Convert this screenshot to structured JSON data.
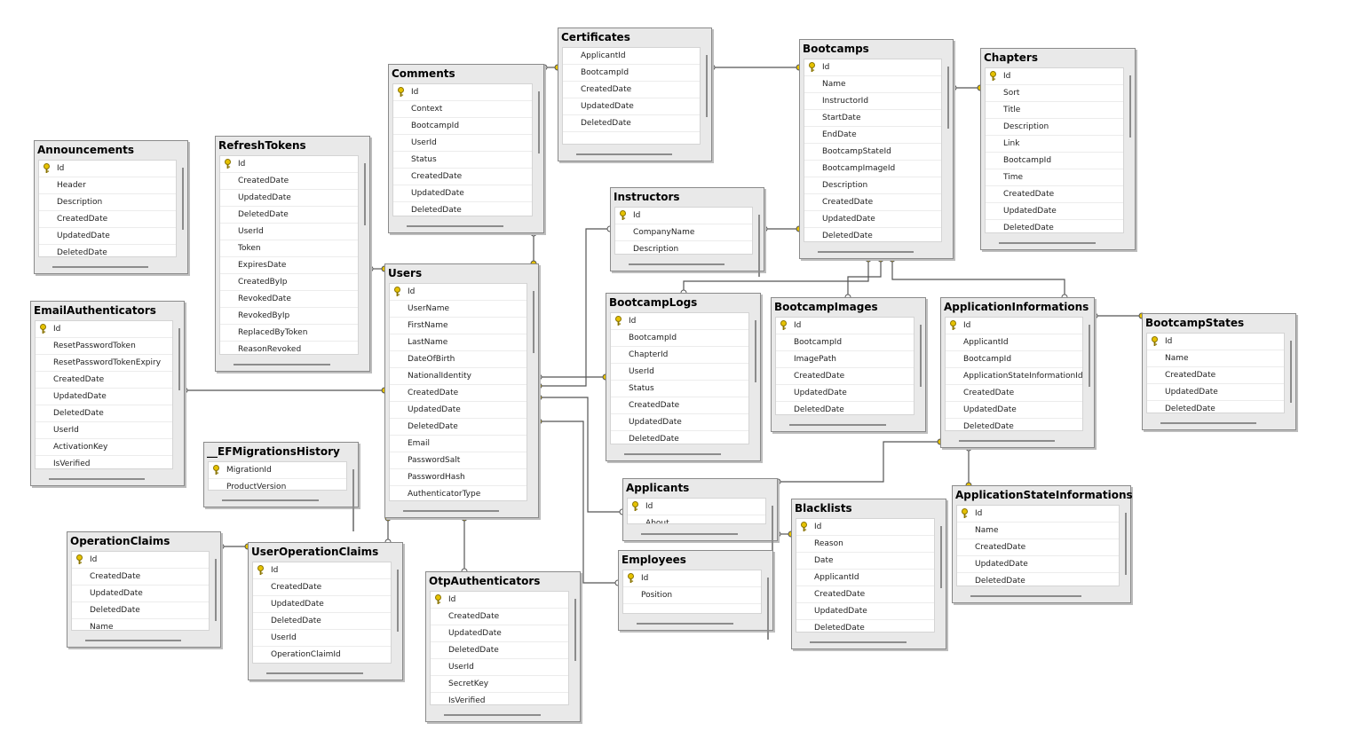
{
  "diagram": {
    "tables": [
      {
        "id": "announcements",
        "name": "Announcements",
        "columns": [
          "Id",
          "Header",
          "Description",
          "CreatedDate",
          "UpdatedDate",
          "DeletedDate"
        ]
      },
      {
        "id": "refreshtokens",
        "name": "RefreshTokens",
        "columns": [
          "Id",
          "CreatedDate",
          "UpdatedDate",
          "DeletedDate",
          "UserId",
          "Token",
          "ExpiresDate",
          "CreatedByIp",
          "RevokedDate",
          "RevokedByIp",
          "ReplacedByToken",
          "ReasonRevoked"
        ]
      },
      {
        "id": "comments",
        "name": "Comments",
        "columns": [
          "Id",
          "Context",
          "BootcampId",
          "UserId",
          "Status",
          "CreatedDate",
          "UpdatedDate",
          "DeletedDate"
        ]
      },
      {
        "id": "certificates",
        "name": "Certificates",
        "columns": [
          "ApplicantId",
          "BootcampId",
          "CreatedDate",
          "UpdatedDate",
          "DeletedDate"
        ]
      },
      {
        "id": "bootcamps",
        "name": "Bootcamps",
        "columns": [
          "Id",
          "Name",
          "InstructorId",
          "StartDate",
          "EndDate",
          "BootcampStateId",
          "BootcampImageId",
          "Description",
          "CreatedDate",
          "UpdatedDate",
          "DeletedDate"
        ]
      },
      {
        "id": "chapters",
        "name": "Chapters",
        "columns": [
          "Id",
          "Sort",
          "Title",
          "Description",
          "Link",
          "BootcampId",
          "Time",
          "CreatedDate",
          "UpdatedDate",
          "DeletedDate"
        ]
      },
      {
        "id": "instructors",
        "name": "Instructors",
        "columns": [
          "Id",
          "CompanyName",
          "Description"
        ]
      },
      {
        "id": "emailauth",
        "name": "EmailAuthenticators",
        "columns": [
          "Id",
          "ResetPasswordToken",
          "ResetPasswordTokenExpiry",
          "CreatedDate",
          "UpdatedDate",
          "DeletedDate",
          "UserId",
          "ActivationKey",
          "IsVerified"
        ]
      },
      {
        "id": "users",
        "name": "Users",
        "columns": [
          "Id",
          "UserName",
          "FirstName",
          "LastName",
          "DateOfBirth",
          "NationalIdentity",
          "CreatedDate",
          "UpdatedDate",
          "DeletedDate",
          "Email",
          "PasswordSalt",
          "PasswordHash",
          "AuthenticatorType"
        ]
      },
      {
        "id": "bootcamplogs",
        "name": "BootcampLogs",
        "columns": [
          "Id",
          "BootcampId",
          "ChapterId",
          "UserId",
          "Status",
          "CreatedDate",
          "UpdatedDate",
          "DeletedDate"
        ]
      },
      {
        "id": "bootcampimages",
        "name": "BootcampImages",
        "columns": [
          "Id",
          "BootcampId",
          "ImagePath",
          "CreatedDate",
          "UpdatedDate",
          "DeletedDate"
        ]
      },
      {
        "id": "appinfos",
        "name": "ApplicationInformations",
        "columns": [
          "Id",
          "ApplicantId",
          "BootcampId",
          "ApplicationStateInformationId",
          "CreatedDate",
          "UpdatedDate",
          "DeletedDate"
        ]
      },
      {
        "id": "bootcampstates",
        "name": "BootcampStates",
        "columns": [
          "Id",
          "Name",
          "CreatedDate",
          "UpdatedDate",
          "DeletedDate"
        ]
      },
      {
        "id": "efmig",
        "name": "__EFMigrationsHistory",
        "columns": [
          "MigrationId",
          "ProductVersion"
        ]
      },
      {
        "id": "applicants",
        "name": "Applicants",
        "columns": [
          "Id",
          "About"
        ]
      },
      {
        "id": "blacklists",
        "name": "Blacklists",
        "columns": [
          "Id",
          "Reason",
          "Date",
          "ApplicantId",
          "CreatedDate",
          "UpdatedDate",
          "DeletedDate"
        ]
      },
      {
        "id": "appstateinfos",
        "name": "ApplicationStateInformations",
        "columns": [
          "Id",
          "Name",
          "CreatedDate",
          "UpdatedDate",
          "DeletedDate"
        ]
      },
      {
        "id": "opclaims",
        "name": "OperationClaims",
        "columns": [
          "Id",
          "CreatedDate",
          "UpdatedDate",
          "DeletedDate",
          "Name"
        ]
      },
      {
        "id": "useropclaims",
        "name": "UserOperationClaims",
        "columns": [
          "Id",
          "CreatedDate",
          "UpdatedDate",
          "DeletedDate",
          "UserId",
          "OperationClaimId"
        ]
      },
      {
        "id": "otpauth",
        "name": "OtpAuthenticators",
        "columns": [
          "Id",
          "CreatedDate",
          "UpdatedDate",
          "DeletedDate",
          "UserId",
          "SecretKey",
          "IsVerified"
        ]
      },
      {
        "id": "employees",
        "name": "Employees",
        "columns": [
          "Id",
          "Position"
        ]
      }
    ],
    "relationships": [
      {
        "from": "certificates",
        "to": "bootcamps"
      },
      {
        "from": "comments",
        "to": "certificates"
      },
      {
        "from": "bootcamps",
        "to": "chapters"
      },
      {
        "from": "instructors",
        "to": "bootcamps"
      },
      {
        "from": "comments",
        "to": "users"
      },
      {
        "from": "refreshtokens",
        "to": "users"
      },
      {
        "from": "emailauth",
        "to": "users"
      },
      {
        "from": "bootcamplogs",
        "to": "users"
      },
      {
        "from": "instructors",
        "to": "users"
      },
      {
        "from": "bootcamplogs",
        "to": "bootcamps"
      },
      {
        "from": "bootcampimages",
        "to": "bootcamps"
      },
      {
        "from": "appinfos",
        "to": "bootcamps"
      },
      {
        "from": "appinfos",
        "to": "bootcampstates"
      },
      {
        "from": "applicants",
        "to": "users"
      },
      {
        "from": "applicants",
        "to": "appinfos"
      },
      {
        "from": "appinfos",
        "to": "appstateinfos"
      },
      {
        "from": "blacklists",
        "to": "applicants"
      },
      {
        "from": "employees",
        "to": "users"
      },
      {
        "from": "useropclaims",
        "to": "opclaims"
      },
      {
        "from": "useropclaims",
        "to": "users"
      },
      {
        "from": "otpauth",
        "to": "users"
      }
    ]
  }
}
